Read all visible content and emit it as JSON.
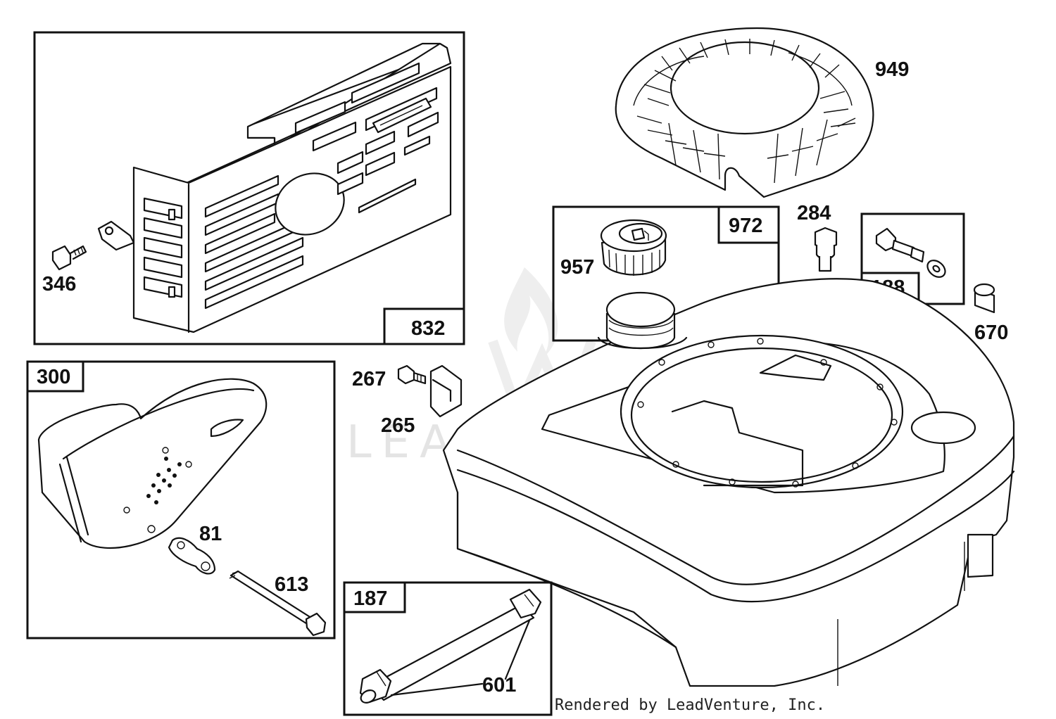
{
  "diagram": {
    "parts": [
      {
        "id": "p346",
        "label": "346"
      },
      {
        "id": "p832",
        "label": "832"
      },
      {
        "id": "p949",
        "label": "949"
      },
      {
        "id": "p972",
        "label": "972"
      },
      {
        "id": "p957",
        "label": "957"
      },
      {
        "id": "p284",
        "label": "284"
      },
      {
        "id": "p188",
        "label": "188"
      },
      {
        "id": "p670",
        "label": "670"
      },
      {
        "id": "p300",
        "label": "300"
      },
      {
        "id": "p81",
        "label": "81"
      },
      {
        "id": "p613",
        "label": "613"
      },
      {
        "id": "p267",
        "label": "267"
      },
      {
        "id": "p265",
        "label": "265"
      },
      {
        "id": "p187",
        "label": "187"
      },
      {
        "id": "p601",
        "label": "601"
      }
    ],
    "credit": "Rendered by LeadVenture, Inc.",
    "watermark": "LEADVENTURE"
  },
  "colors": {
    "ink": "#111111",
    "paper": "#ffffff",
    "watermark": "#e4e4e4"
  }
}
